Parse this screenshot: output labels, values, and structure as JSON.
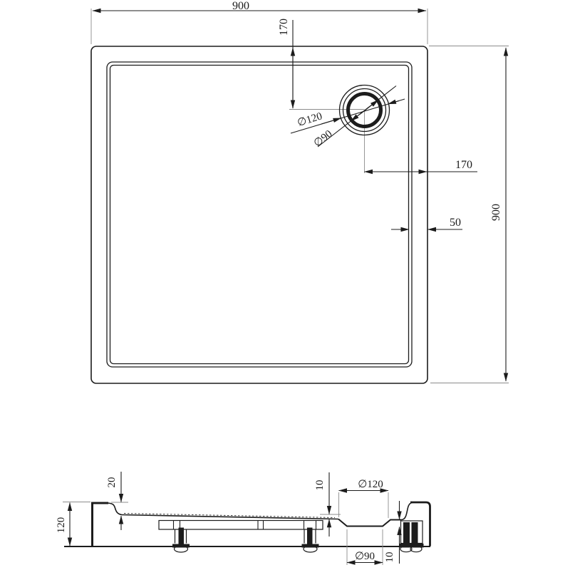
{
  "colors": {
    "line": "#1c1c1c",
    "construction_line": "#8c8c8c",
    "background": "#ffffff"
  },
  "plan_view": {
    "width_dim": "900",
    "height_dim": "900",
    "drain_offset_top_dim": "170",
    "drain_offset_right_dim": "170",
    "rim_width_dim": "50",
    "drain_outer_diameter": "∅120",
    "drain_inner_diameter": "∅90"
  },
  "section_view": {
    "total_height_dim": "120",
    "rim_to_floor_dim": "20",
    "floor_drop_dim": "10",
    "recess_depth_dim": "10",
    "recess_top_diameter": "∅120",
    "recess_bottom_diameter": "∅90"
  }
}
